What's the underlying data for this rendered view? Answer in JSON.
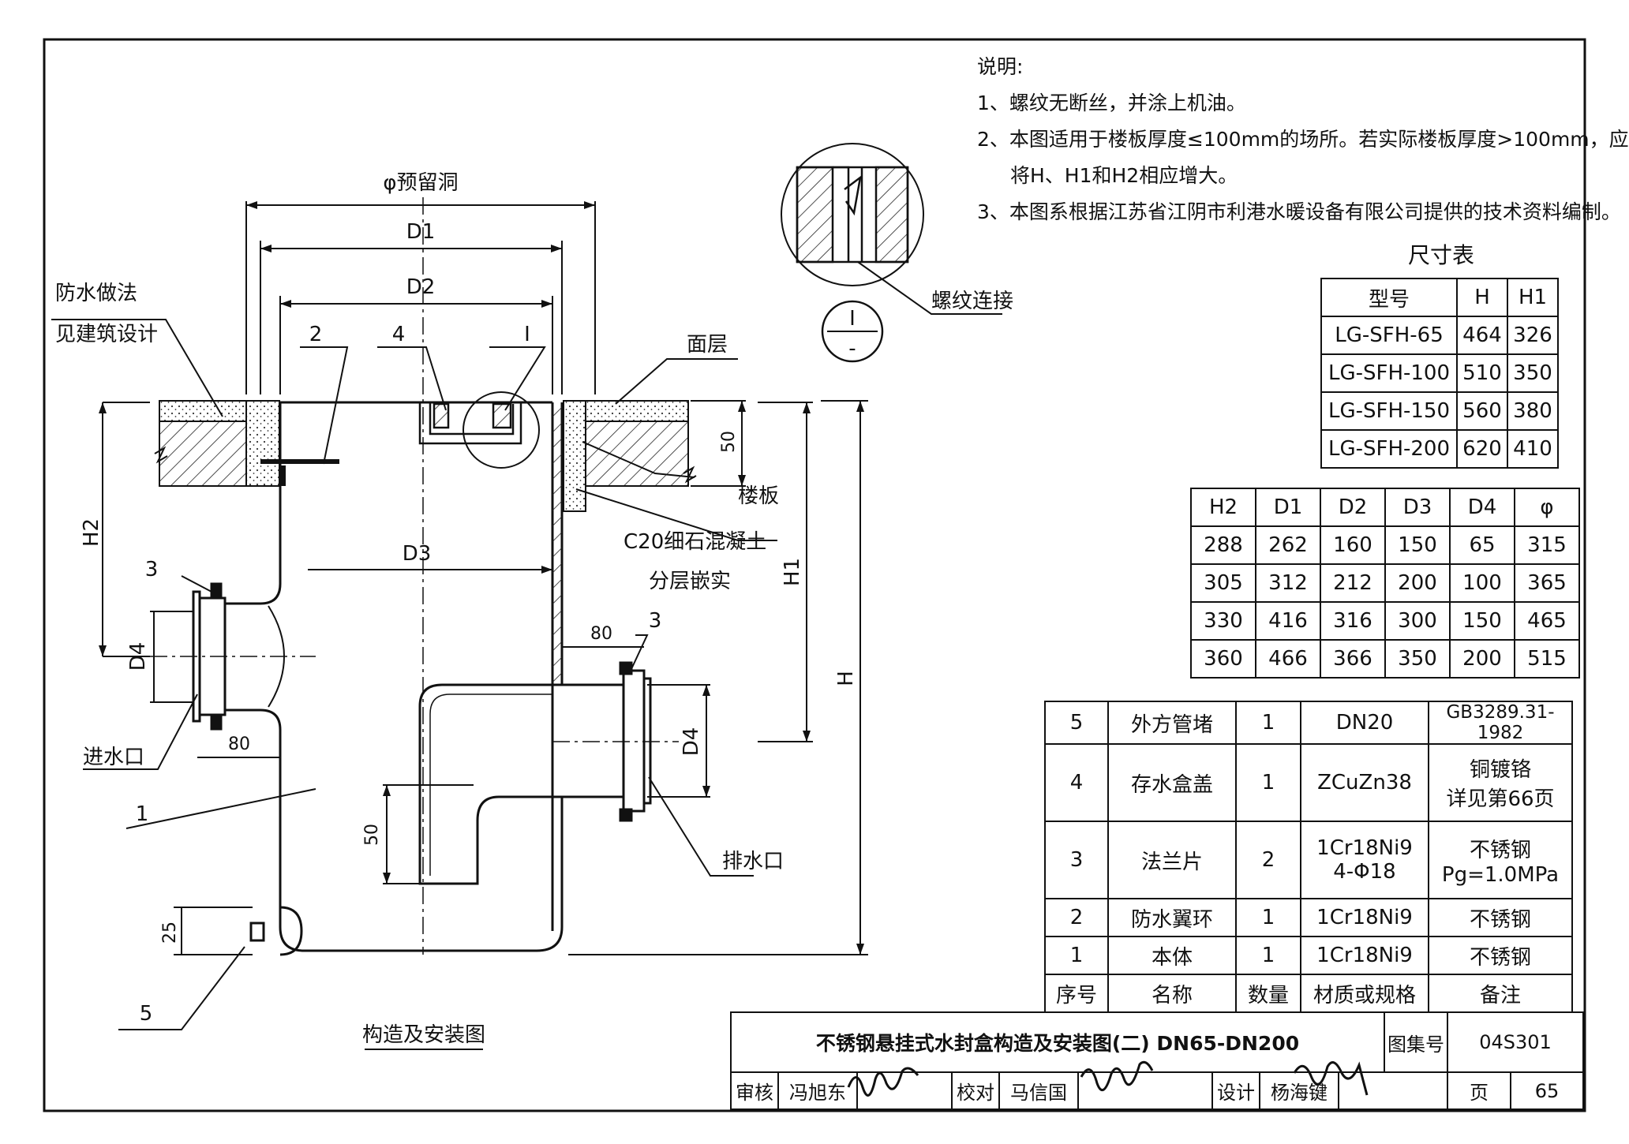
{
  "notes": {
    "heading": "说明:",
    "items": [
      "1、螺纹无断丝，并涂上机油。",
      "2、本图适用于楼板厚度≤100mm的场所。若实际楼板厚度>100mm，应",
      "将H、H1和H2相应增大。",
      "3、本图系根据江苏省江阴市利港水暖设备有限公司提供的技术资料编制。"
    ]
  },
  "size_table": {
    "title": "尺寸表",
    "header": [
      "型号",
      "H",
      "H1"
    ],
    "rows": [
      [
        "LG-SFH-65",
        "464",
        "326"
      ],
      [
        "LG-SFH-100",
        "510",
        "350"
      ],
      [
        "LG-SFH-150",
        "560",
        "380"
      ],
      [
        "LG-SFH-200",
        "620",
        "410"
      ]
    ],
    "header2": [
      "H2",
      "D1",
      "D2",
      "D3",
      "D4",
      "φ"
    ],
    "rows2": [
      [
        "288",
        "262",
        "160",
        "150",
        "65",
        "315"
      ],
      [
        "305",
        "312",
        "212",
        "200",
        "100",
        "365"
      ],
      [
        "330",
        "416",
        "316",
        "300",
        "150",
        "465"
      ],
      [
        "360",
        "466",
        "366",
        "350",
        "200",
        "515"
      ]
    ]
  },
  "parts_table": {
    "header": [
      "序号",
      "名称",
      "数量",
      "材质或规格",
      "备注"
    ],
    "rows": [
      [
        "5",
        "外方管堵",
        "1",
        "DN20",
        "GB3289.31-1982"
      ],
      [
        "4",
        "存水盒盖",
        "1",
        "ZCuZn38",
        "铜镀铬|详见第66页"
      ],
      [
        "3",
        "法兰片",
        "2",
        "1Cr18Ni9|4-Φ18",
        "不锈钢|Pg=1.0MPa"
      ],
      [
        "2",
        "防水翼环",
        "1",
        "1Cr18Ni9",
        "不锈钢"
      ],
      [
        "1",
        "本体",
        "1",
        "1Cr18Ni9",
        "不锈钢"
      ]
    ]
  },
  "drawing": {
    "labels": {
      "hole": "φ预留洞",
      "d1": "D1",
      "d2": "D2",
      "d3": "D3",
      "d4": "D4",
      "h": "H",
      "h1": "H1",
      "h2": "H2",
      "waterproof1": "防水做法",
      "waterproof2": "见建筑设计",
      "surface": "面层",
      "slab": "楼板",
      "concrete1": "C20细石混凝土",
      "concrete2": "分层嵌实",
      "inlet": "进水口",
      "outlet": "排水口",
      "thread": "螺纹连接",
      "detail_mark": "I",
      "detail_sub": "-",
      "caption": "构造及安装图",
      "dim50a": "50",
      "dim50b": "50",
      "dim80a": "80",
      "dim80b": "80",
      "dim25": "25",
      "callout1": "1",
      "callout2": "2",
      "callout3a": "3",
      "callout3b": "3",
      "callout4": "4",
      "callout5": "5",
      "calloutI": "I"
    }
  },
  "title_block": {
    "title": "不锈钢悬挂式水封盒构造及安装图(二) DN65-DN200",
    "atlas_label": "图集号",
    "atlas_no": "04S301",
    "review_label": "审核",
    "reviewer": "冯旭东",
    "check_label": "校对",
    "checker": "马信国",
    "design_label": "设计",
    "designer": "杨海键",
    "page_label": "页",
    "page_no": "65"
  }
}
